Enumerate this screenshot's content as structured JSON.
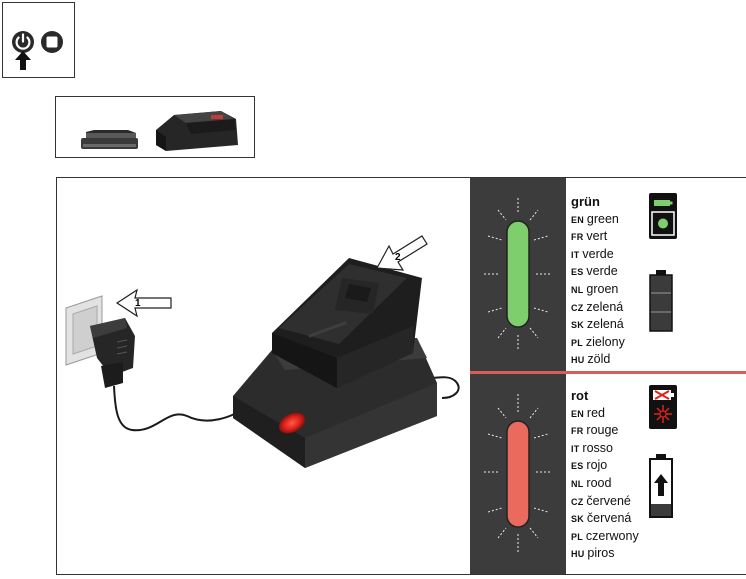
{
  "callouts": {
    "plug_step": "1",
    "insert_step": "2"
  },
  "green": {
    "heading": "grün",
    "color": "#7fce6e",
    "translations": [
      {
        "code": "EN",
        "word": "green"
      },
      {
        "code": "FR",
        "word": "vert"
      },
      {
        "code": "IT",
        "word": "verde"
      },
      {
        "code": "ES",
        "word": "verde"
      },
      {
        "code": "NL",
        "word": "groen"
      },
      {
        "code": "CZ",
        "word": "zelená"
      },
      {
        "code": "SK",
        "word": "zelená"
      },
      {
        "code": "PL",
        "word": "zielony"
      },
      {
        "code": "HU",
        "word": "zöld"
      }
    ]
  },
  "red": {
    "heading": "rot",
    "color": "#ea6a5e",
    "translations": [
      {
        "code": "EN",
        "word": "red"
      },
      {
        "code": "FR",
        "word": "rouge"
      },
      {
        "code": "IT",
        "word": "rosso"
      },
      {
        "code": "ES",
        "word": "rojo"
      },
      {
        "code": "NL",
        "word": "rood"
      },
      {
        "code": "CZ",
        "word": "červené"
      },
      {
        "code": "SK",
        "word": "červená"
      },
      {
        "code": "PL",
        "word": "czerwony"
      },
      {
        "code": "HU",
        "word": "piros"
      }
    ]
  },
  "icons": {
    "top": [
      "power-icon",
      "stop-icon",
      "arrow-up-icon"
    ],
    "status": [
      "battery-charged-indicator-icon",
      "battery-full-icon",
      "battery-fault-icon",
      "battery-charging-icon"
    ]
  }
}
